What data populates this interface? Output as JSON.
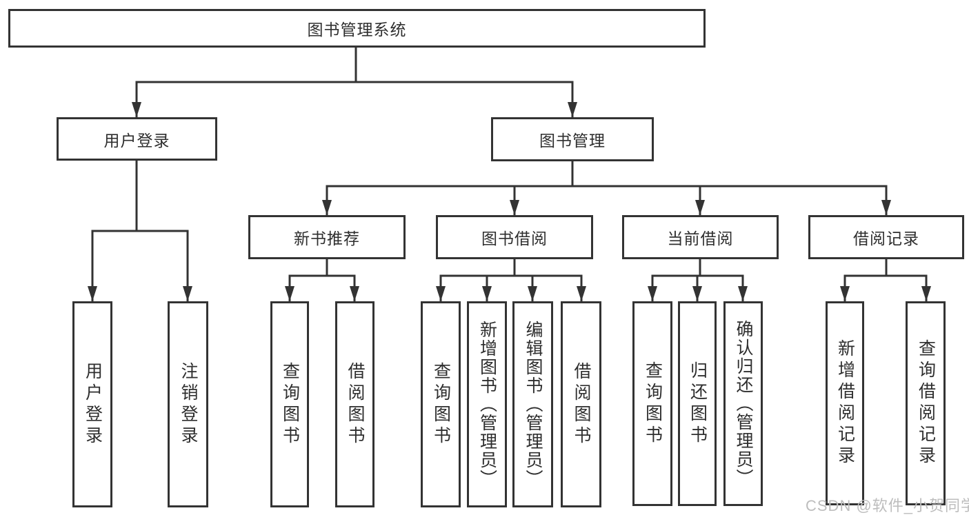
{
  "diagram": {
    "root": {
      "label": "图书管理系统",
      "children": [
        {
          "label": "用户登录",
          "children": [
            {
              "label": "用户登录"
            },
            {
              "label": "注销登录"
            }
          ]
        },
        {
          "label": "图书管理",
          "children": [
            {
              "label": "新书推荐",
              "children": [
                {
                  "label": "查询图书"
                },
                {
                  "label": "借阅图书"
                }
              ]
            },
            {
              "label": "图书借阅",
              "children": [
                {
                  "label": "查询图书"
                },
                {
                  "label": "新增图书（管理员）"
                },
                {
                  "label": "编辑图书（管理员）"
                },
                {
                  "label": "借阅图书"
                }
              ]
            },
            {
              "label": "当前借阅",
              "children": [
                {
                  "label": "查询图书"
                },
                {
                  "label": "归还图书"
                },
                {
                  "label": "确认归还（管理员）"
                }
              ]
            },
            {
              "label": "借阅记录",
              "children": [
                {
                  "label": "新增借阅记录"
                },
                {
                  "label": "查询借阅记录"
                }
              ]
            }
          ]
        }
      ]
    }
  },
  "watermark": {
    "text": "CSDN @软件_小贺同学"
  },
  "colors": {
    "line": "#333333",
    "box_border": "#333333",
    "box_bg": "#ffffff",
    "text": "#2e2e2e",
    "watermark": "#bdbdbd"
  }
}
